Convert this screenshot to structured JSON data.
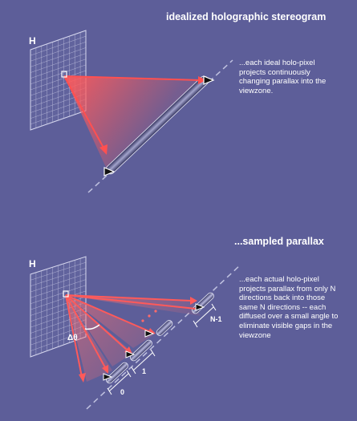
{
  "top": {
    "title": "idealized holographic stereogram",
    "plane_label": "H",
    "caption": "...each ideal holo-pixel projects continuously changing parallax into the viewzone."
  },
  "bottom": {
    "title": "...sampled parallax",
    "plane_label": "H",
    "caption": "...each actual holo-pixel projects parallax from only N directions back into those same N directions -- each diffused over a small angle to eliminate visible gaps in the viewzone",
    "angle_label": "Δθ",
    "label_first": "0",
    "label_second": "1",
    "label_last": "N-1"
  },
  "colors": {
    "background": "#5d5e99",
    "grid": "#c9cae6",
    "ray": "#ff5a5a",
    "dashed_axis": "#c0c2e0",
    "viewzone_bar": "#2a2a5a",
    "text": "#ffffff"
  },
  "icons": [
    "eye-icon"
  ]
}
